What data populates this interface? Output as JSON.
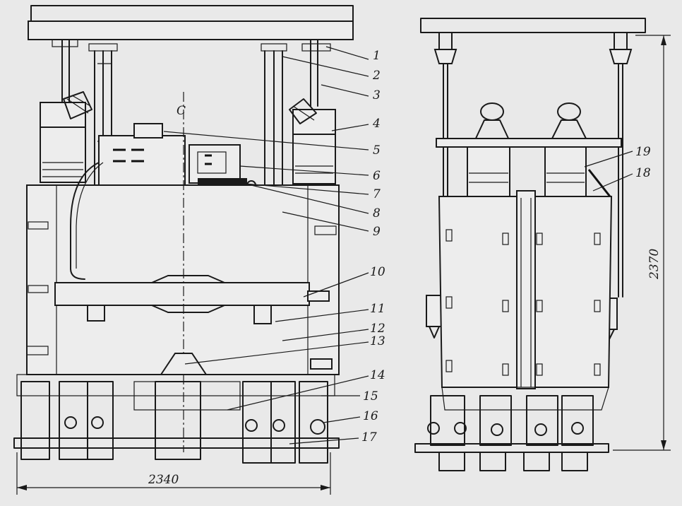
{
  "labels": [
    "1",
    "2",
    "3",
    "4",
    "5",
    "6",
    "7",
    "8",
    "9",
    "10",
    "11",
    "12",
    "13",
    "14",
    "15",
    "16",
    "17",
    "18",
    "19"
  ],
  "dimensions": {
    "width": "2340",
    "height": "2370"
  },
  "centerline_symbol": "C"
}
